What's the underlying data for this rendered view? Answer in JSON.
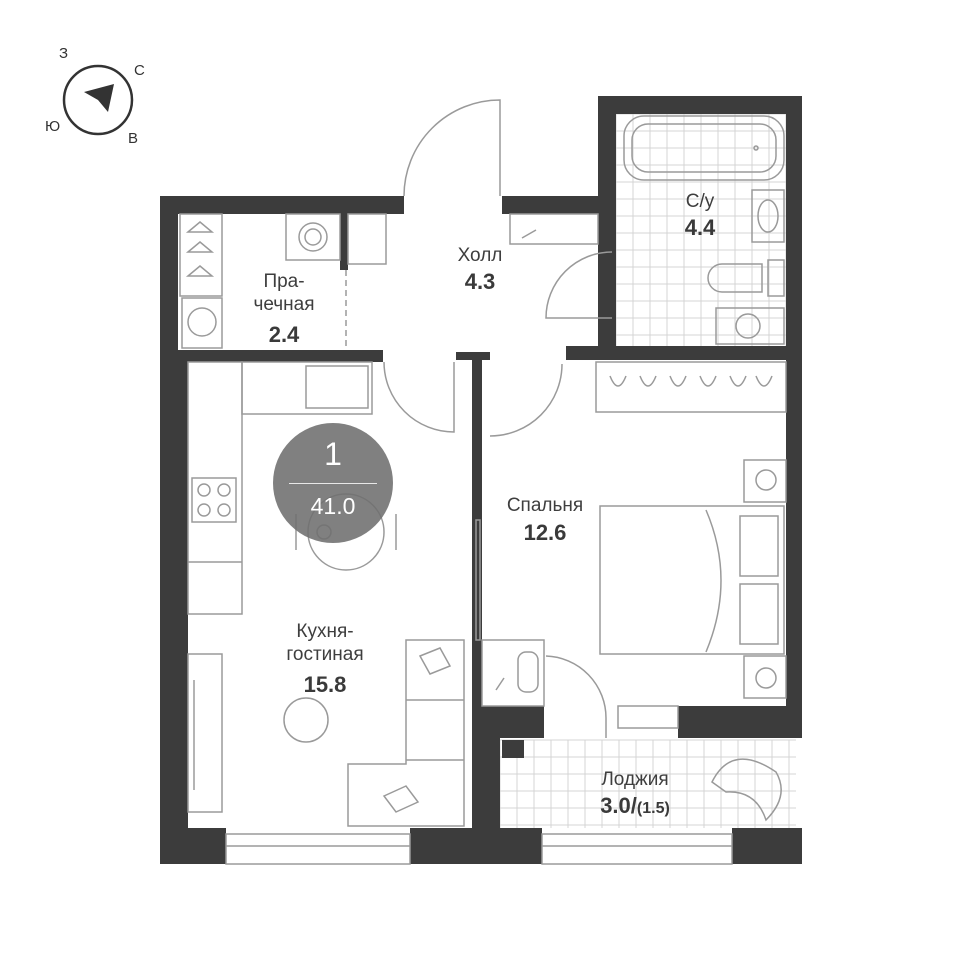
{
  "compass": {
    "north": "С",
    "south": "Ю",
    "east": "В",
    "west": "З"
  },
  "rooms": {
    "laundry": {
      "name": "Пра-\nчечная",
      "area": "2.4"
    },
    "hall": {
      "name": "Холл",
      "area": "4.3"
    },
    "bathroom": {
      "name": "С/у",
      "area": "4.4"
    },
    "bedroom": {
      "name": "Спальня",
      "area": "12.6"
    },
    "kitchen": {
      "name": "Кухня-\nгостиная",
      "area": "15.8"
    },
    "loggia": {
      "name": "Лоджия",
      "area": "3.0",
      "reduced_area": "(1.5)"
    }
  },
  "summary": {
    "rooms_count": "1",
    "total_area": "41.0"
  },
  "colors": {
    "wall": "#3c3c3c",
    "furniture_stroke": "#9a9a9a",
    "badge": "#6e6e6e",
    "background": "#ffffff"
  }
}
